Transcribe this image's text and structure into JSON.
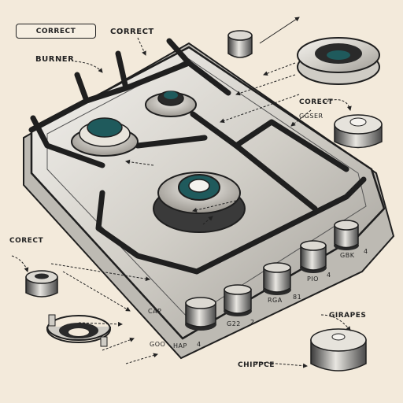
{
  "labels": {
    "top_badge": "CORRECT",
    "top_right": "CORRECT",
    "burner": "BURNER",
    "corect_right": "CORECT",
    "gasket": "GGSER",
    "corect_left": "CORECT",
    "cap": "CAP",
    "goo": "GOO",
    "hap": "HAP",
    "num_4a": "4",
    "g22": "G22",
    "num_2": "2",
    "rga": "RGA",
    "num_81": "81",
    "pio": "PIO",
    "num_4b": "4",
    "gbk": "GBK",
    "num_4c": "4",
    "girapes": "GIRAPES",
    "chippce": "CHIPPCE"
  },
  "colors": {
    "background": "#f3eadb",
    "ink": "#1f1f1f",
    "steel": "#d9d6cf",
    "teal": "#1f5a5c"
  }
}
